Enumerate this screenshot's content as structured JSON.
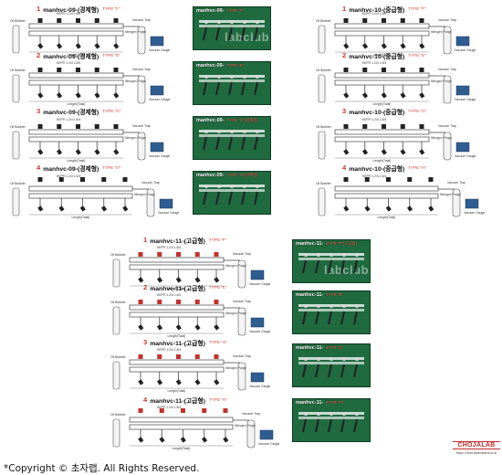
{
  "sections": [
    {
      "num": "1",
      "name": "manhvc-09-(경제형)",
      "type": "TYPE \"F\""
    },
    {
      "num": "2",
      "name": "manhvc-09-(경제형)",
      "type": "TYPE \"E\""
    },
    {
      "num": "3",
      "name": "manhvc-09-(경제형)",
      "type": "TYPE \"G\""
    },
    {
      "num": "4",
      "name": "manhvc-09-(경제형)",
      "type": "TYPE \"H\""
    },
    {
      "num": "1",
      "name": "manhvc-10-(중급형)",
      "type": "TYPE \"F\""
    },
    {
      "num": "2",
      "name": "manhvc-10-(중급형)",
      "type": "TYPE \"E\""
    },
    {
      "num": "3",
      "name": "manhvc-10-(중급형)",
      "type": "TYPE \"G\""
    },
    {
      "num": "4",
      "name": "manhvc-10-(중급형)",
      "type": "TYPE \"H\""
    },
    {
      "num": "1",
      "name": "manhvc-11-(고급형)",
      "type": "TYPE \"F\""
    },
    {
      "num": "2",
      "name": "manhvc-11-(고급형)",
      "type": "TYPE \"E\""
    },
    {
      "num": "3",
      "name": "manhvc-11-(고급형)",
      "type": "TYPE \"G\""
    },
    {
      "num": "4",
      "name": "manhvc-11-(고급형)",
      "type": "TYPE \"H\""
    }
  ],
  "photos": [
    {
      "label": "manhvc-09-",
      "type": "TYPE \"F\""
    },
    {
      "label": "manhvc-09-",
      "type": "TYPE \"E\""
    },
    {
      "label": "manhvc-09-",
      "type": "TYPE \"G\"(경제형)"
    },
    {
      "label": "manhvc-09-",
      "type": "TYPE \"H\"(경제형)"
    },
    {
      "label": "manhvc-11-",
      "type": "TYPE \"F\"(고급형)"
    },
    {
      "label": "manhvc-11-",
      "type": "TYPE \"E\""
    },
    {
      "label": "manhvc-11-",
      "type": "TYPE \"G\""
    },
    {
      "label": "manhvc-11-",
      "type": "TYPE \"H\""
    }
  ],
  "watermark": "labclub.co.kr",
  "diagram_labels": {
    "oil_bubbler": "Oil Bubbler",
    "vacuum_trap": "Vacuum Trap",
    "nitrogen_purge": "Nitrogen Purge",
    "vacuum_gauge": "Vacuum Gauge",
    "length": "Length(Total)",
    "valve": "KEP® 1.2/4 1.5/4"
  },
  "footer": "*Copyright © 초자랩.    All Rights Reserved.",
  "logo": {
    "name": "CHOJALAB",
    "address": "Seoul, Korea  www.labclub.co.kr"
  },
  "colors": {
    "accent": "#d0342c",
    "photo_bg": "#1f6a3f"
  }
}
